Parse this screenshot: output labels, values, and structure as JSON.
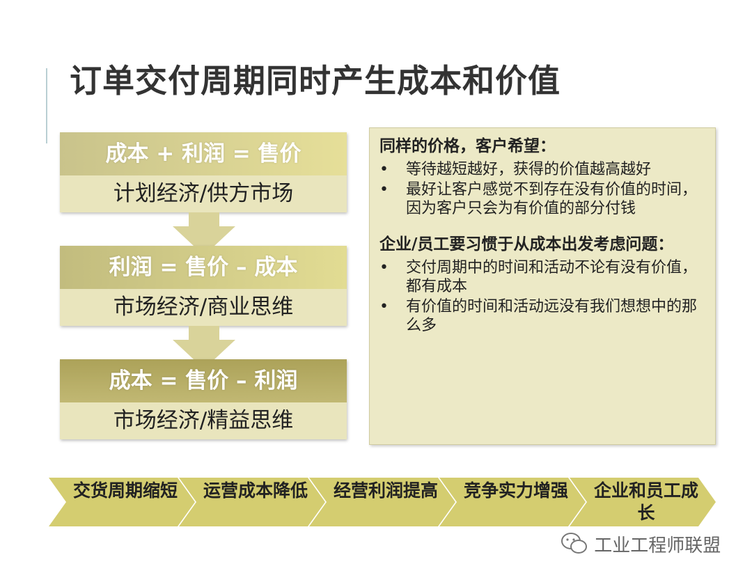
{
  "title": "订单交付周期同时产生成本和价值",
  "blocks": [
    {
      "formula": "成本 + 利润 = 售价",
      "label": "计划经济/供方市场"
    },
    {
      "formula": "利润 = 售价 – 成本",
      "label": "市场经济/商业思维"
    },
    {
      "formula": "成本 = 售价 – 利润",
      "label": "市场经济/精益思维"
    }
  ],
  "panel": {
    "heading1": "同样的价格，客户希望：",
    "bullets1": [
      "等待越短越好，获得的价值越高越好",
      "最好让客户感觉不到存在没有价值的时间，因为客户只会为有价值的部分付钱"
    ],
    "heading2": "企业/员工要习惯于从成本出发考虑问题：",
    "bullets2": [
      "交付周期中的时间和活动不论有没有价值，都有成本",
      "有价值的时间和活动远没有我们想想中的那么多"
    ]
  },
  "chevrons": [
    "交货周期缩短",
    "运营成本降低",
    "经营利润提高",
    "竞争实力增强",
    "企业和员工成长"
  ],
  "watermark": "工业工程师联盟",
  "colors": {
    "chevron": "#d4cd70",
    "block_top": "#cfc98a",
    "block_bottom": "#e9e5bd",
    "panel": "#ece9c6"
  }
}
